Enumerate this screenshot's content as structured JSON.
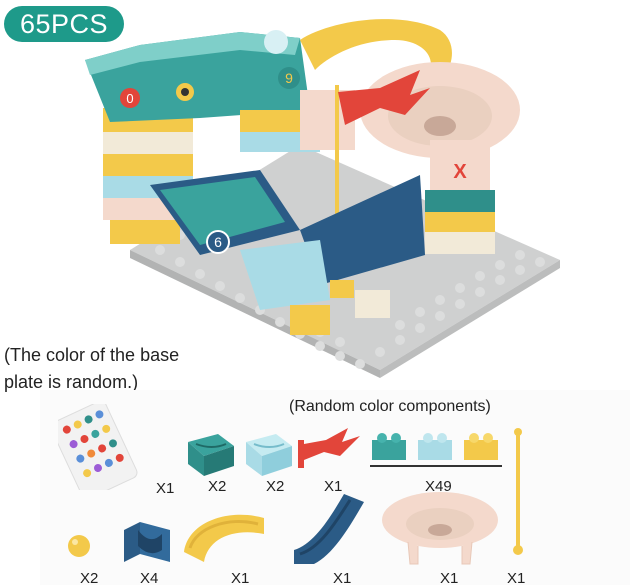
{
  "badge": {
    "label": "65PCS"
  },
  "note": {
    "line1": "(The color of the base",
    "line2": "plate is random.)"
  },
  "parts_header": "(Random color components)",
  "quantities": {
    "sticker_sheet": "X1",
    "teal_slope_block": "X2",
    "light_blue_slope_block": "X2",
    "red_flag": "X1",
    "bricks": "X49",
    "yellow_pole": "X1",
    "marble": "X2",
    "blue_channel": "X4",
    "yellow_curve": "X1",
    "blue_ramp": "X1",
    "funnel": "X1"
  },
  "set_decals": {
    "zero_digit": "0",
    "nine_digit": "9",
    "six_digit": "6",
    "times_mark": "X"
  },
  "colors": {
    "badge": "#1e9a8a",
    "teal": "#2f8f8a",
    "yellow": "#f3c94a",
    "navy": "#2b5b86",
    "light_blue": "#a9dbe6",
    "peach": "#f4d9cc",
    "red": "#e2453a",
    "baseplate": "#cfd0d0"
  }
}
